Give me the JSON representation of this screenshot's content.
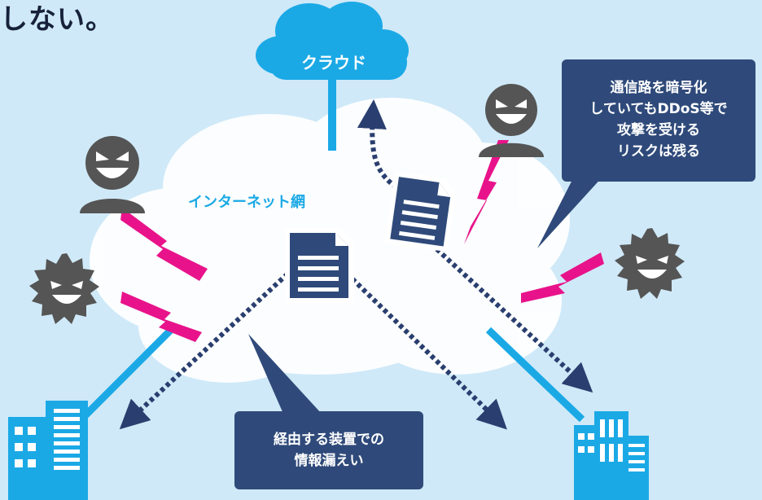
{
  "heading_text": "しない。",
  "cloud": {
    "label": "クラウド"
  },
  "network": {
    "label": "インターネット網"
  },
  "callout_encryption": {
    "lines": [
      "通信路を暗号化",
      "していてもDDoS等で",
      "攻撃を受ける",
      "リスクは残る"
    ]
  },
  "callout_leak": {
    "lines": [
      "経由する装置での",
      "情報漏えい"
    ]
  },
  "colors": {
    "background": "#cfe9f8",
    "cloud": "#1ba9e6",
    "navy": "#2f4a7a",
    "dotted": "#2a3f6f",
    "attack": "#e8138a",
    "figure": "#555555",
    "building": "#1ba9e6"
  }
}
